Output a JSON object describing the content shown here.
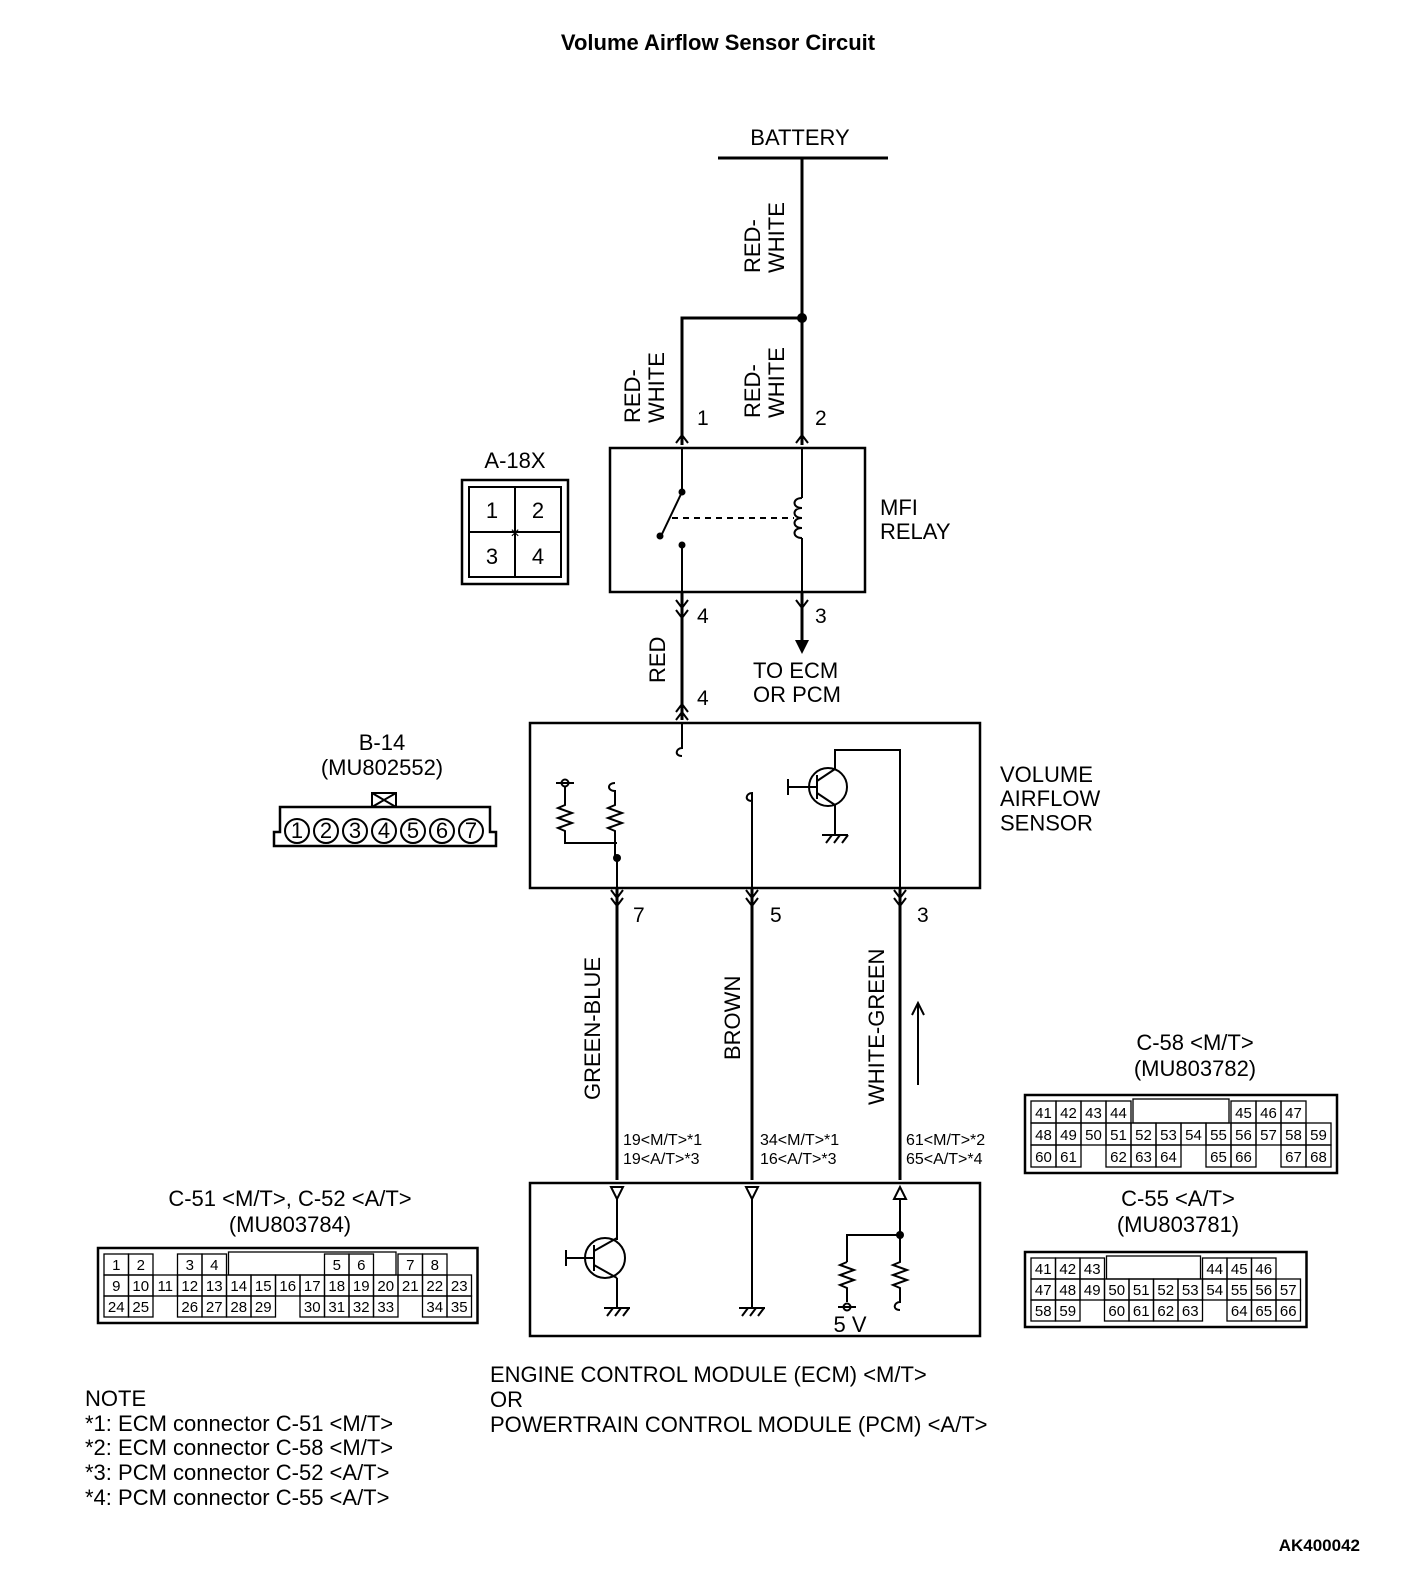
{
  "title": "Volume Airflow Sensor Circuit",
  "battery": "BATTERY",
  "wires": {
    "battery_feed": "RED-\nWHITE",
    "relay_pin1": "RED-\nWHITE",
    "relay_pin2": "RED-\nWHITE",
    "relay_to_sensor": "RED",
    "sensor_pin7": "GREEN-BLUE",
    "sensor_pin5": "BROWN",
    "sensor_pin3": "WHITE-GREEN"
  },
  "relay": {
    "name": "MFI\nRELAY",
    "connector": "A-18X",
    "pins": [
      "1",
      "2",
      "3",
      "4"
    ],
    "to_ecm": "TO ECM\nOR PCM"
  },
  "sensor": {
    "name": "VOLUME\nAIRFLOW\nSENSOR",
    "connector": "B-14",
    "part": "(MU802552)",
    "pins": [
      "1",
      "2",
      "3",
      "4",
      "5",
      "6",
      "7"
    ],
    "pin_labels": {
      "in": "4",
      "p7": "7",
      "p5": "5",
      "p3": "3"
    }
  },
  "ecm_pins": {
    "p7": [
      "19<M/T>*1",
      "19<A/T>*3"
    ],
    "p5": [
      "34<M/T>*1",
      "16<A/T>*3"
    ],
    "p3": [
      "61<M/T>*2",
      "65<A/T>*4"
    ]
  },
  "ecm": {
    "name": [
      "ENGINE CONTROL MODULE (ECM) <M/T>",
      "OR",
      "POWERTRAIN CONTROL MODULE (PCM) <A/T>"
    ],
    "voltage": "5 V"
  },
  "connectors": {
    "c51": {
      "title": "C-51 <M/T>, C-52 <A/T>",
      "part": "(MU803784)",
      "rows": [
        [
          "1",
          "2",
          "",
          "3",
          "4",
          "",
          "",
          "",
          "",
          "5",
          "6",
          "",
          "7",
          "8"
        ],
        [
          "9",
          "10",
          "11",
          "12",
          "13",
          "14",
          "15",
          "16",
          "17",
          "18",
          "19",
          "20",
          "21",
          "22",
          "23"
        ],
        [
          "24",
          "25",
          "",
          "26",
          "27",
          "28",
          "29",
          "",
          "30",
          "31",
          "32",
          "33",
          "",
          "34",
          "35"
        ]
      ]
    },
    "c58": {
      "title": "C-58 <M/T>",
      "part": "(MU803782)",
      "rows": [
        [
          "41",
          "42",
          "43",
          "44",
          "",
          "",
          "",
          "",
          "45",
          "46",
          "47"
        ],
        [
          "48",
          "49",
          "50",
          "51",
          "52",
          "53",
          "54",
          "55",
          "56",
          "57",
          "58",
          "59"
        ],
        [
          "60",
          "61",
          "",
          "62",
          "63",
          "64",
          "",
          "65",
          "66",
          "",
          "67",
          "68"
        ]
      ]
    },
    "c55": {
      "title": "C-55 <A/T>",
      "part": "(MU803781)",
      "rows": [
        [
          "41",
          "42",
          "43",
          "",
          "",
          "",
          "",
          "44",
          "45",
          "46"
        ],
        [
          "47",
          "48",
          "49",
          "50",
          "51",
          "52",
          "53",
          "54",
          "55",
          "56",
          "57"
        ],
        [
          "58",
          "59",
          "",
          "60",
          "61",
          "62",
          "63",
          "",
          "64",
          "65",
          "66"
        ]
      ]
    }
  },
  "notes": {
    "heading": "NOTE",
    "lines": [
      "*1: ECM connector C-51 <M/T>",
      "*2: ECM connector C-58 <M/T>",
      "*3: PCM connector C-52 <A/T>",
      "*4: PCM connector C-55 <A/T>"
    ]
  },
  "figure_id": "AK400042"
}
